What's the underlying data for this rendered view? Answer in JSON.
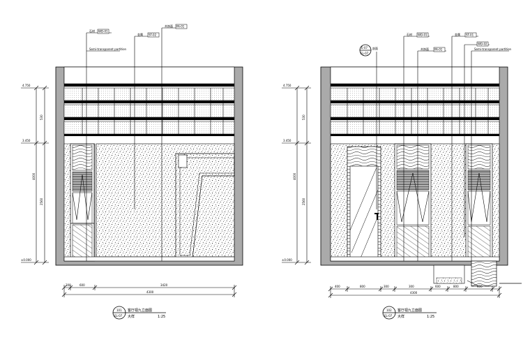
{
  "left_elevation": {
    "title": "客厅视九立面图",
    "scale": "1:25",
    "marker_top": "101",
    "marker_bottom": "EL-07",
    "prefix": "大样",
    "level_labels": [
      "4.750",
      "3.450",
      "±0.000"
    ],
    "vertical_dims": [
      "530",
      "4000",
      "2560"
    ],
    "horizontal_dims": [
      "300",
      "600",
      "3420"
    ],
    "total_dim": "4300",
    "callouts": [
      "石材",
      "WD-01",
      "Semi-transparent partition",
      "金属",
      "ST-02",
      "木饰面",
      "PA-01"
    ]
  },
  "right_elevation": {
    "title": "客厅视九立面图",
    "scale": "1:25",
    "marker_top": "102",
    "marker_bottom": "EL-07",
    "prefix": "大样",
    "section_marker_top": "E-07",
    "section_marker_bottom": "EL-07",
    "section_label": "剖面",
    "level_labels": [
      "4.750",
      "3.450",
      "±0.000"
    ],
    "vertical_dims": [
      "530",
      "4000",
      "2560"
    ],
    "horizontal_dims": [
      "400",
      "800",
      "300",
      "300",
      "600",
      "800",
      "400"
    ],
    "total_dim": "4300",
    "callouts": [
      "石材",
      "WD-01",
      "木饰面",
      "PA-01",
      "金属",
      "ST-01",
      "WD-02",
      "Semi-transparent partition"
    ]
  }
}
